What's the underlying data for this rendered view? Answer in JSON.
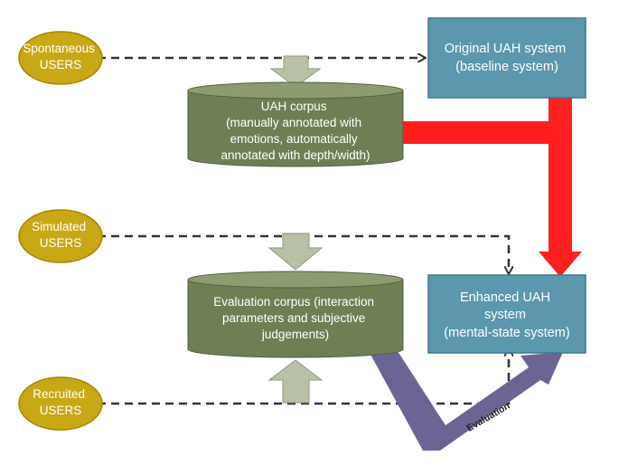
{
  "nodes": {
    "spontaneous_users": [
      "Spontaneous",
      "USERS"
    ],
    "simulated_users": [
      "Simulated",
      "USERS"
    ],
    "recruited_users": [
      "Recruited",
      "USERS"
    ],
    "uah_corpus": [
      "UAH corpus",
      "(manually annotated with",
      "emotions, automatically",
      "annotated with depth/width)"
    ],
    "evaluation_corpus": [
      "Evaluation corpus (interaction",
      "parameters and subjective",
      "judgements)"
    ],
    "original_system": [
      "Original UAH system",
      "(baseline system)"
    ],
    "enhanced_system": [
      "Enhanced UAH",
      "system",
      "(mental-state system)"
    ]
  },
  "edges": {
    "evaluation_label": "Evaluation"
  },
  "colors": {
    "ellipse_fill": "#c9a815",
    "ellipse_stroke": "#a38600",
    "cylinder_fill": "#6f7f54",
    "cylinder_top": "#8c9b70",
    "box_fill": "#5b98ad",
    "box_stroke": "#3e7890",
    "red_arrow": "#ff1f1f",
    "block_arrow": "#b8c0a5",
    "evaluation_arrow": "#6b6593",
    "dashed_line": "#333333"
  }
}
